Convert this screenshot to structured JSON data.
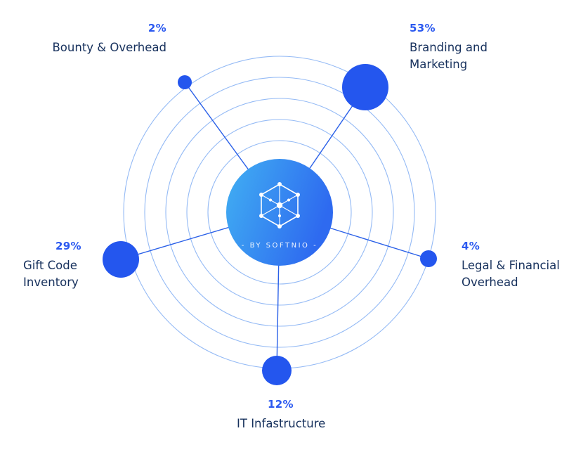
{
  "chart_data": {
    "type": "pie",
    "style": "orbital-bubble-infographic",
    "title": "- BY SOFTNIO -",
    "categories": [
      "Bounty & Overhead",
      "Branding and Marketing",
      "Legal & Financial Overhead",
      "IT Infastructure",
      "Gift Code Inventory"
    ],
    "values": [
      2,
      53,
      4,
      12,
      29
    ],
    "unit": "%",
    "legend_position": "around-orbits",
    "grid": "concentric-circles"
  },
  "center": {
    "brand": "- BY SOFTNIO -",
    "icon": "hexagon-network-icon"
  },
  "segments": [
    {
      "id": "bounty",
      "percent": "2%",
      "label": "Bounty & Overhead",
      "name": "Bounty & Overhead"
    },
    {
      "id": "branding",
      "percent": "53%",
      "label": "Branding and Marketing",
      "name": "Branding and\nMarketing"
    },
    {
      "id": "legal",
      "percent": "4%",
      "label": "Legal & Financial Overhead",
      "name": "Legal & Financial\nOverhead"
    },
    {
      "id": "it",
      "percent": "12%",
      "label": "IT Infastructure",
      "name": "IT Infastructure"
    },
    {
      "id": "gift",
      "percent": "29%",
      "label": "Gift Code Inventory",
      "name": "Gift Code\nInventory"
    }
  ],
  "colors": {
    "percent_text": "#2b59f0",
    "label_text": "#16305c",
    "dot_fill": "#2456ee",
    "orbit_stroke": "#4d8cee",
    "spoke_stroke": "#2a60e8",
    "center_gradient_start": "#41b0f2",
    "center_gradient_end": "#2e6af0",
    "icon_stroke": "#ffffff"
  }
}
